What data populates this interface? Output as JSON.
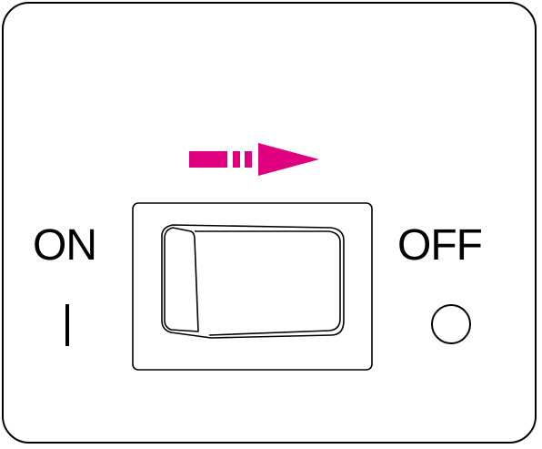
{
  "labels": {
    "on": "ON",
    "off": "OFF"
  },
  "symbols": {
    "on": "line-symbol",
    "off": "circle-symbol"
  },
  "switch_state": "off",
  "arrow": {
    "direction": "right",
    "color": "#e0007f"
  }
}
